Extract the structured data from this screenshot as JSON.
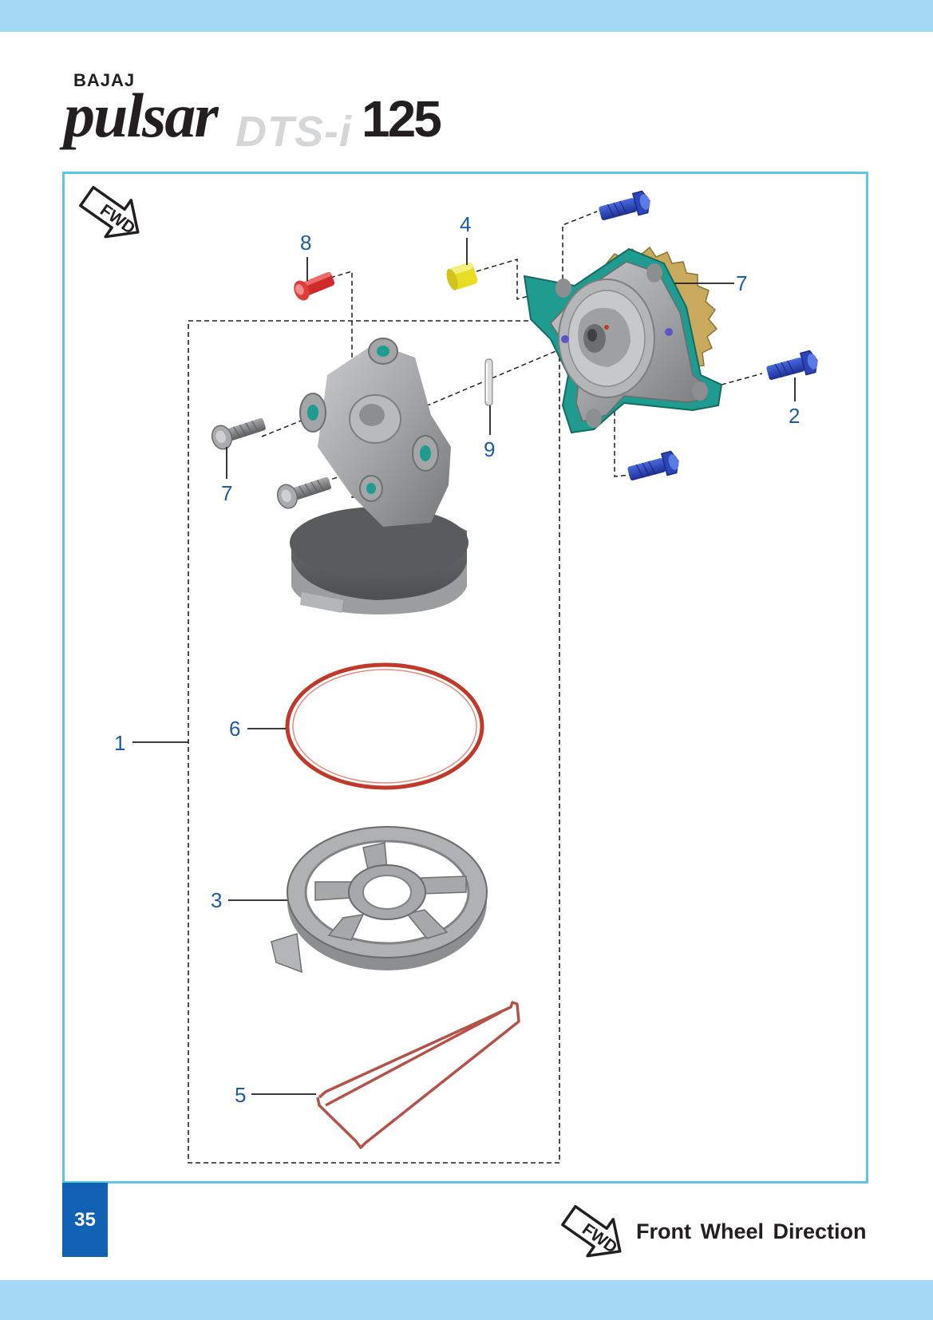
{
  "header": {
    "brand": "BAJAJ",
    "model_script": "pulsar",
    "variant": "DTS-i",
    "model_number": "125"
  },
  "diagram": {
    "fwd_symbol": "FWD",
    "callouts": {
      "c1": "1",
      "c2": "2",
      "c3": "3",
      "c4": "4",
      "c5": "5",
      "c6": "6",
      "c7_upper": "7",
      "c7_lower": "7",
      "c8": "8",
      "c9": "9"
    }
  },
  "footer": {
    "page_number": "35",
    "fwd_symbol": "FWD",
    "legend_text": "Front Wheel Direction"
  },
  "colors": {
    "band": "#a3d9f5",
    "frame": "#5bc5ea",
    "callout": "#1b5da8",
    "page_badge": "#1060b4",
    "gasket": "#1f9b8f",
    "gear": "#c9a95b",
    "bolt_blue": "#2c46b8",
    "bolt_red": "#d12a2a",
    "dowel_yellow": "#e8dc24",
    "o_ring": "#c0392b",
    "clip": "#b5534a"
  }
}
